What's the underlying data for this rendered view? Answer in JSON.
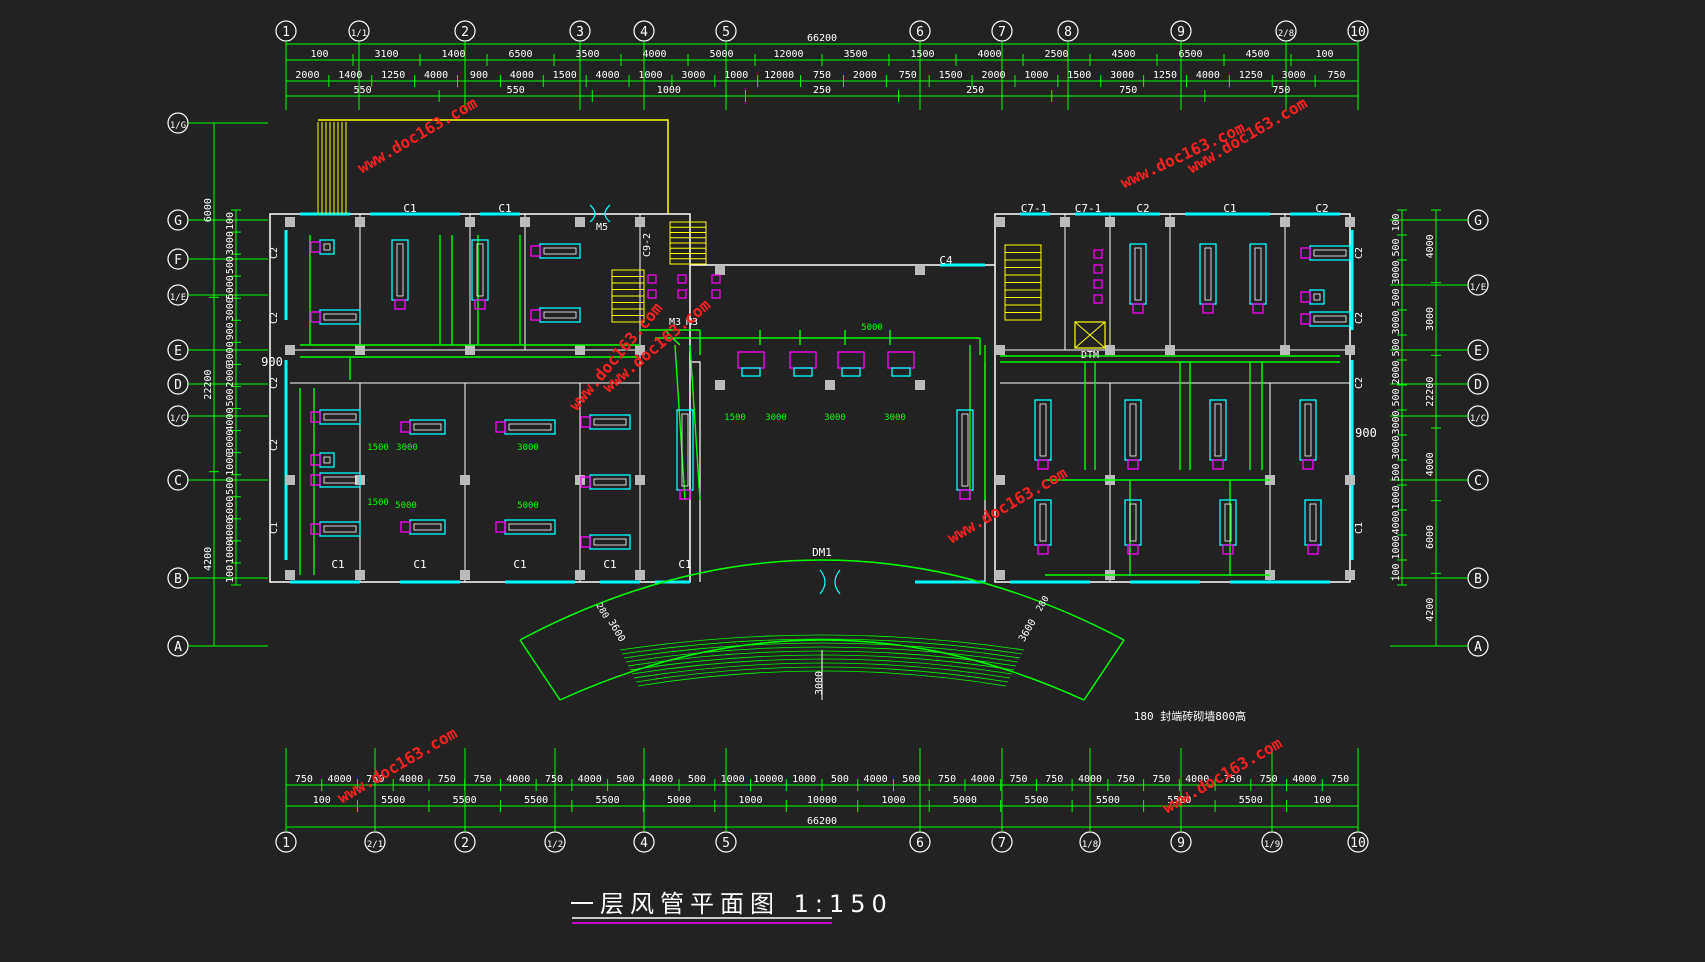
{
  "drawing": {
    "title": "一层风管平面图 1:150",
    "total_dimension": "66200",
    "top_axes": [
      "1",
      "1/1",
      "2",
      "3",
      "4",
      "5",
      "6",
      "7",
      "8",
      "9",
      "2/8",
      "10"
    ],
    "bottom_axes": [
      "1",
      "2/1",
      "2",
      "1/2",
      "4",
      "5",
      "6",
      "7",
      "1/8",
      "9",
      "1/9",
      "10"
    ],
    "left_axes": [
      "1/G",
      "G",
      "F",
      "1/E",
      "E",
      "D",
      "1/C",
      "C",
      "B",
      "A"
    ],
    "right_axes": [
      "G",
      "1/E",
      "E",
      "D",
      "1/C",
      "C",
      "B",
      "A"
    ],
    "top_dims_row1": [
      "100",
      "3100",
      "1400",
      "6500",
      "3500",
      "4000",
      "5000",
      "12000",
      "3500",
      "1500",
      "4000",
      "2500",
      "4500",
      "6500",
      "4500",
      "100"
    ],
    "top_dims_row2": [
      "2000",
      "1400",
      "1250",
      "4000",
      "900",
      "4000",
      "1500",
      "4000",
      "1000",
      "3000",
      "1000",
      "12000",
      "750",
      "2000",
      "750",
      "1500",
      "2000",
      "1000",
      "1500",
      "3000",
      "1250",
      "4000",
      "1250",
      "3000",
      "750"
    ],
    "top_dims_row3": [
      "550",
      "550",
      "1000",
      "250",
      "250",
      "750",
      "750"
    ],
    "bottom_dims_row1": [
      "750",
      "4000",
      "750",
      "4000",
      "750",
      "750",
      "4000",
      "750",
      "4000",
      "500",
      "4000",
      "500",
      "1000",
      "10000",
      "1000",
      "500",
      "4000",
      "500",
      "750",
      "4000",
      "750",
      "750",
      "4000",
      "750",
      "750",
      "4000",
      "750",
      "750",
      "4000",
      "750"
    ],
    "bottom_dims_row2": [
      "100",
      "5500",
      "5500",
      "5500",
      "5500",
      "5000",
      "1000",
      "10000",
      "1000",
      "5000",
      "5500",
      "5500",
      "5500",
      "5500",
      "100"
    ],
    "left_dims_outer": [
      "6000",
      "22200",
      "4200"
    ],
    "left_dims_inner": [
      "100",
      "3000",
      "500",
      "5000",
      "3000",
      "900",
      "3000",
      "2000",
      "500",
      "4000",
      "3000",
      "1000",
      "500",
      "6000",
      "4000",
      "1000",
      "100"
    ],
    "right_dims_inner": [
      "100",
      "500",
      "3000",
      "500",
      "3000",
      "500",
      "2000",
      "500",
      "3000",
      "3000",
      "500",
      "1000",
      "4000",
      "1000",
      "100"
    ],
    "right_dims_outer": [
      "4000",
      "3000",
      "22200",
      "4000",
      "6000",
      "4200"
    ],
    "labels": {
      "c1": "C1",
      "c2": "C2",
      "c4": "C4",
      "c71": "C7-1",
      "c92": "C9-2",
      "m3": "M3",
      "m5": "M5",
      "dm1": "DM1",
      "dtm": "DTM",
      "n900": "900",
      "n3000": "3000",
      "n5000": "5000",
      "n1500": "1500",
      "n3600": "3600",
      "n280": "280",
      "note": "180 封端砖砌墙800高"
    },
    "watermark": "www.doc163.com"
  }
}
